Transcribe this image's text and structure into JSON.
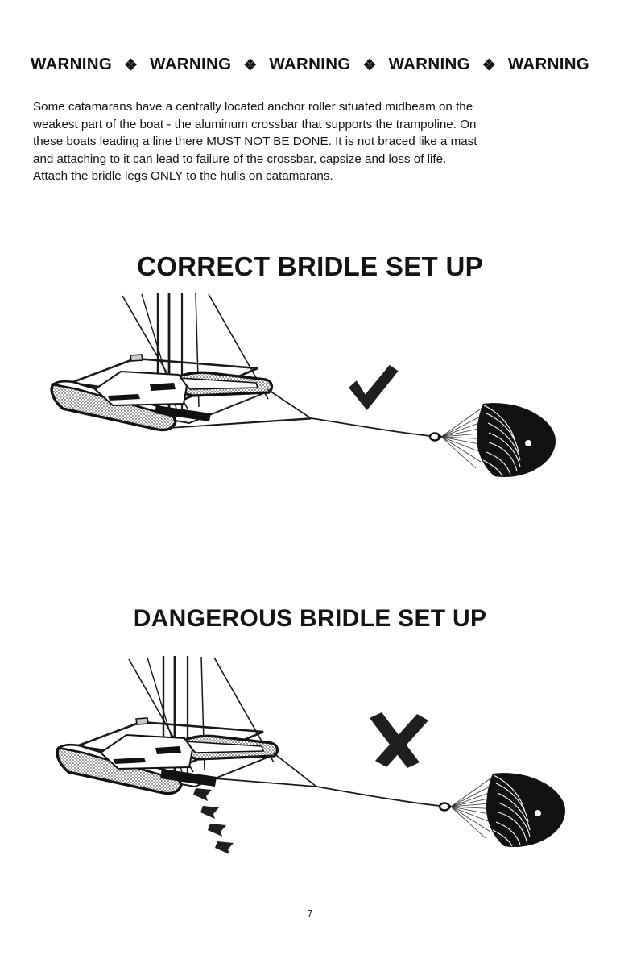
{
  "page": {
    "background_color": "#ffffff",
    "ink_color": "#141414",
    "number": "7"
  },
  "warning_banner": {
    "word": "WARNING",
    "separator_icon": "floret-diamond-icon",
    "separator_glyph": "❖",
    "repetitions": 5
  },
  "body": {
    "lines": [
      "Some catamarans have a centrally located anchor roller situated midbeam on the",
      "weakest part of the boat - the aluminum crossbar that supports the trampoline.  On",
      "these boats leading a line there MUST NOT BE DONE.  It is not braced like a mast",
      "and attaching to it can lead to failure of the crossbar, capsize and loss of life.",
      "Attach the bridle legs ONLY to the hulls on catamarans."
    ],
    "full_text": "Some catamarans have a centrally located anchor roller situated midbeam on the weakest part of the boat - the aluminum crossbar that supports the trampoline.  On these boats leading a line there MUST NOT BE DONE.  It is not braced like a mast and attaching to it can lead to failure of the crossbar, capsize and loss of life. Attach the bridle legs ONLY to the hulls on catamarans."
  },
  "figures": [
    {
      "id": "correct",
      "heading": "CORRECT BRIDLE SET UP",
      "verdict_icon": "check-mark-icon",
      "verdict": "correct",
      "subject": "catamaran-with-parachute-sea-anchor",
      "bridle_attachment": "hull-bows",
      "description": "Catamaran seen from the bow with bridle legs led from each hull bow, converging to a single rode that runs to a parachute sea anchor.",
      "parts": [
        "port-hull",
        "starboard-hull",
        "crossbar",
        "trampoline",
        "mast",
        "forestay",
        "shrouds",
        "bridle-leg-port",
        "bridle-leg-starboard",
        "anchor-rode",
        "swivel",
        "parachute-canopy"
      ]
    },
    {
      "id": "dangerous",
      "heading": "DANGEROUS BRIDLE SET UP",
      "verdict_icon": "cross-mark-icon",
      "verdict": "dangerous",
      "subject": "catamaran-with-parachute-sea-anchor",
      "bridle_attachment": "center-crossbar",
      "failure_indicator": "stress-arrows",
      "failure_arrow_count": 4,
      "description": "Catamaran seen from the bow with the rode led to a centrally located anchor roller on the aluminum crossbar; arrows indicate the crossbar failure point.",
      "parts": [
        "port-hull",
        "starboard-hull",
        "crossbar",
        "trampoline",
        "mast",
        "forestay",
        "shrouds",
        "center-anchor-roller",
        "anchor-rode",
        "swivel",
        "parachute-canopy",
        "failure-arrows"
      ]
    }
  ]
}
